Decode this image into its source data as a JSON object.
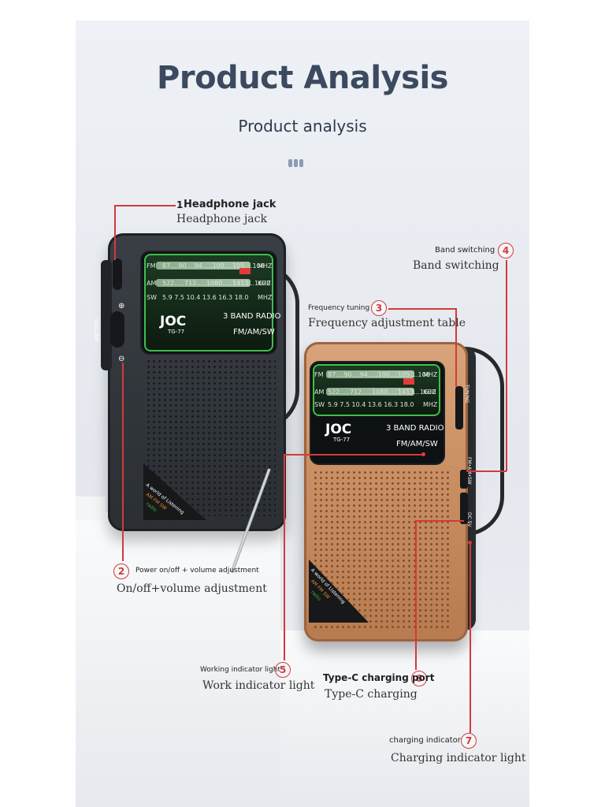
{
  "header": {
    "title": "Product Analysis",
    "subtitle": "Product analysis"
  },
  "device": {
    "brand": "JOC",
    "model": "TG-77",
    "band_text": "3 BAND RADIO",
    "modes_text": "FM/AM/SW",
    "volume_label": "VOLUME",
    "tuning_label": "TUNING",
    "switch_label": "FM•AM•SW",
    "dc_label": "DC 5V",
    "scale": {
      "fm_label": "FM",
      "fm_values": "87....90....94.....100....105....108",
      "fm_unit": "MHZ",
      "am_label": "AM",
      "am_values": "522.....712.....1080.....1413...1620",
      "am_unit": "KHZ",
      "sw_label": "SW",
      "sw_values": "5.9   7.5  10.4  13.6  16.3  18.0",
      "sw_unit": "MHZ"
    },
    "tag_line": "A world of Listening",
    "tag_modes": "AM FM SW",
    "tag_radio": "radio"
  },
  "callouts": [
    {
      "num": "1",
      "label": "Headphone jack",
      "sub": "Headphone jack"
    },
    {
      "num": "2",
      "label": "Power on/off + volume adjustment",
      "sub": "On/off+volume adjustment"
    },
    {
      "num": "3",
      "label": "Frequency tuning",
      "sub": "Frequency adjustment table"
    },
    {
      "num": "4",
      "label": "Band switching",
      "sub": "Band switching"
    },
    {
      "num": "5",
      "label": "Working indicator light",
      "sub": "Work indicator light"
    },
    {
      "num": "6",
      "label": "Type-C charging port",
      "sub": "Type-C charging"
    },
    {
      "num": "7",
      "label": "charging indicator",
      "sub": "Charging indicator light"
    }
  ],
  "colors": {
    "accent": "#d33a3a",
    "title": "#3c4a60",
    "screen_glow": "#3fbf4a",
    "gold_body": "#c98f63",
    "black_body": "#2b2f34"
  }
}
